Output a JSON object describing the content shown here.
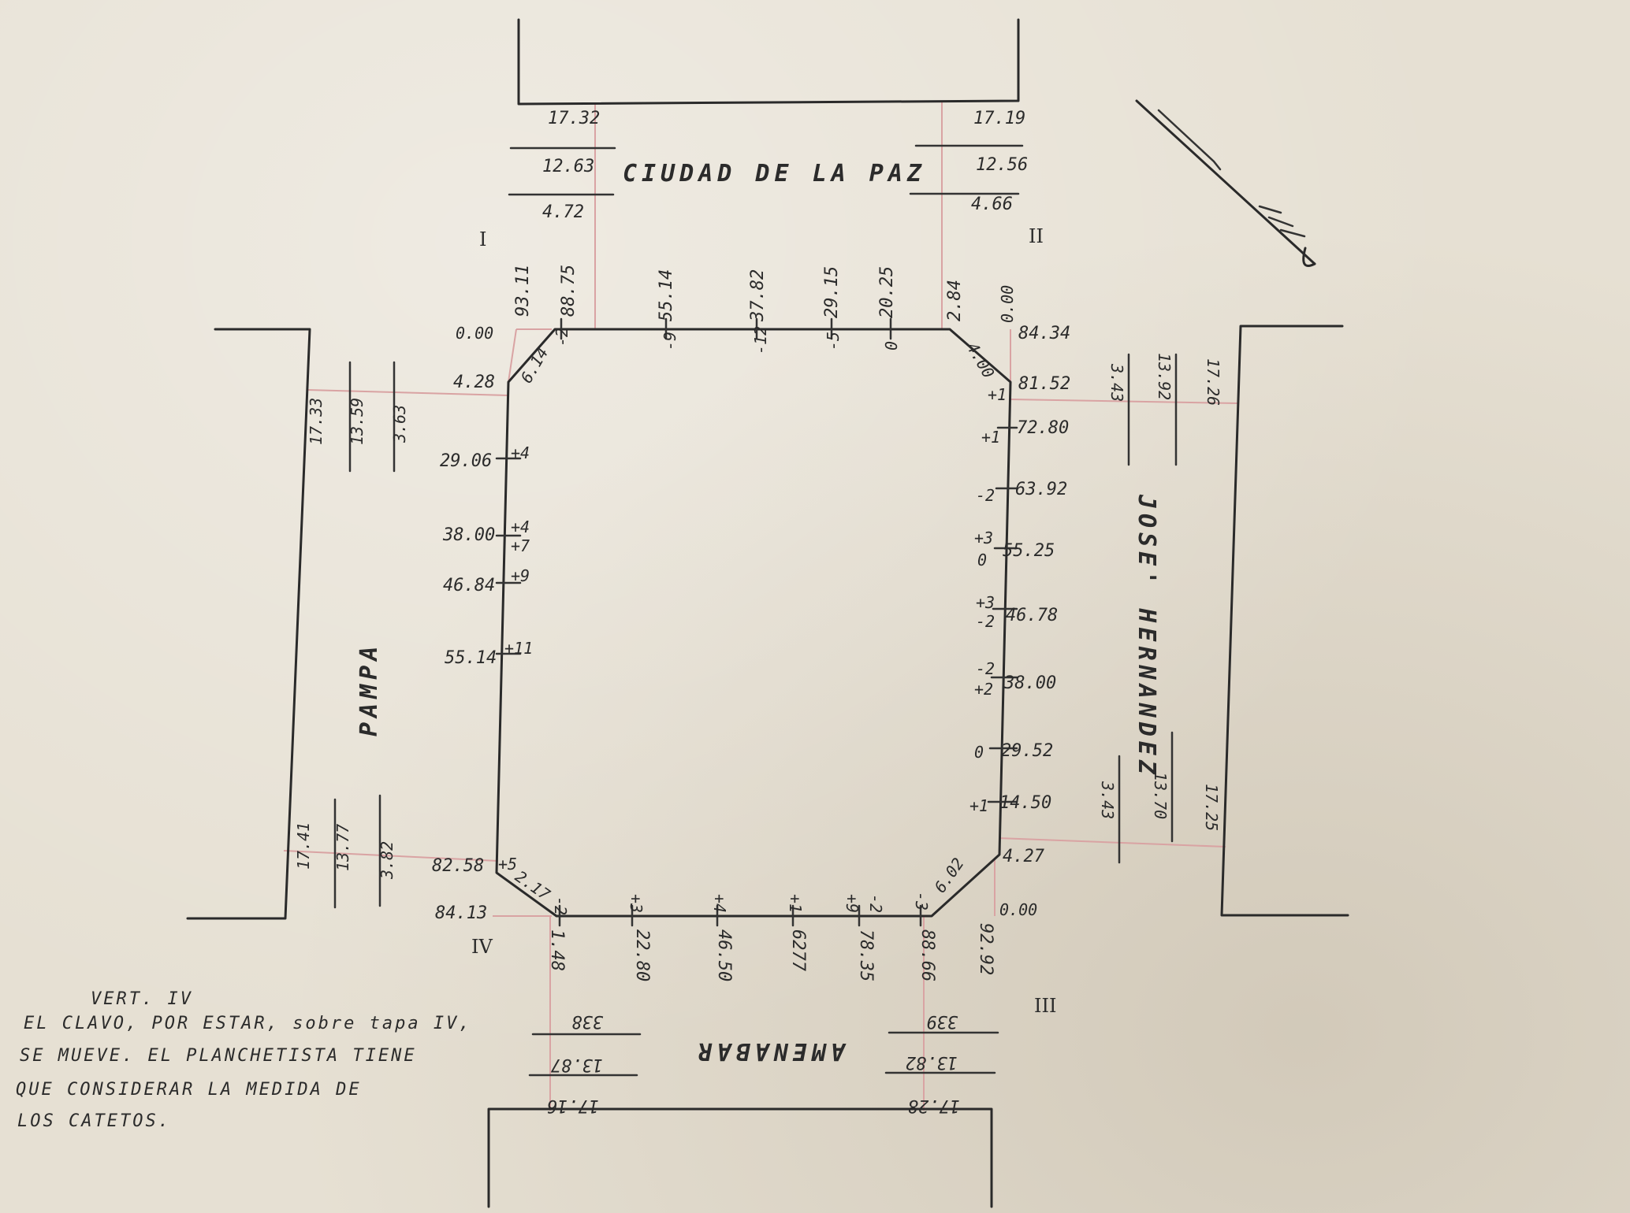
{
  "streets": {
    "north": "CIUDAD DE LA PAZ",
    "east": "JOSE' HERNANDEZ",
    "west": "PAMPA",
    "south": "AMENABAR"
  },
  "vertices": [
    "I",
    "II",
    "III",
    "IV"
  ],
  "north_street_widths": {
    "left": [
      "17.32",
      "12.63",
      "4.72"
    ],
    "right": [
      "17.19",
      "12.56",
      "4.66"
    ]
  },
  "east_street_widths": {
    "top": [
      "3.43",
      "13.92",
      "17.26"
    ],
    "bottom": [
      "3.43",
      "13.70",
      "17.25"
    ]
  },
  "west_street_widths": {
    "top": [
      "17.33",
      "13.59",
      "3.63"
    ],
    "bottom": [
      "17.41",
      "13.77",
      "3.82"
    ]
  },
  "south_street_widths": {
    "left": [
      "338",
      "13.87",
      "17.16"
    ],
    "right": [
      "339",
      "13.82",
      "17.28"
    ]
  },
  "north_side": {
    "distances": [
      "93.11",
      "88.75",
      "55.14",
      "37.82",
      "29.15",
      "20.25",
      "2.84",
      "0.00"
    ],
    "offsets": [
      "-2",
      "-9",
      "-12",
      "-5",
      "0"
    ]
  },
  "east_side": {
    "distances": [
      "84.34",
      "81.52",
      "72.80",
      "63.92",
      "55.25",
      "46.78",
      "38.00",
      "29.52",
      "14.50",
      "4.27",
      "0.00"
    ],
    "offsets": [
      "+1",
      "+1",
      "-2",
      "+3",
      "0",
      "+3",
      "-2",
      "-2",
      "+2",
      "0",
      "+1"
    ],
    "chamfers": [
      "4.00",
      "6.02"
    ]
  },
  "west_side": {
    "distances": [
      "0.00",
      "4.28",
      "29.06",
      "38.00",
      "46.84",
      "55.14",
      "82.58",
      "84.13"
    ],
    "offsets": [
      "+4",
      "+4",
      "+7",
      "+9",
      "+11",
      "+5"
    ],
    "chamfers": [
      "6.14",
      "2.17"
    ]
  },
  "south_side": {
    "distances": [
      "1.48",
      "22.80",
      "46.50",
      "6277",
      "78.35",
      "88.66",
      "92.92"
    ],
    "offsets": [
      "-2",
      "+3",
      "+4",
      "+1",
      "+9",
      "-2",
      "-3"
    ]
  },
  "note": {
    "title": "VERT. IV",
    "lines": [
      "EL CLAVO, POR ESTAR, sobre tapa IV,",
      "SE MUEVE. EL PLANCHETISTA TIENE",
      "QUE CONSIDERAR LA MEDIDA DE",
      "LOS CATETOS."
    ]
  }
}
